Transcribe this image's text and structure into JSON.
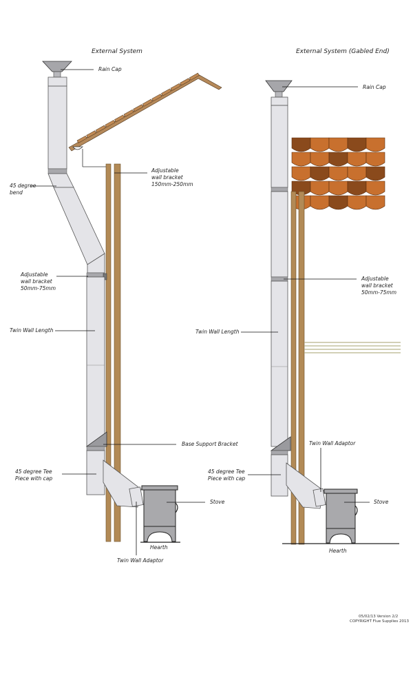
{
  "left": {
    "title": "External System",
    "labels": {
      "rain_cap": "Rain Cap",
      "bend_line1": "45 degree",
      "bend_line2": "bend",
      "wallbr_top_line1": "Adjustable",
      "wallbr_top_line2": "wall bracket",
      "wallbr_top_line3": "150mm-250mm",
      "wallbr_mid_line1": "Adjustable",
      "wallbr_mid_line2": "wall bracket",
      "wallbr_mid_line3": "50mm-75mm",
      "twin_wall": "Twin Wall Length",
      "base_support": "Base Support Bracket",
      "tee_line1": "45 degree Tee",
      "tee_line2": "Piece with cap",
      "stove": "Stove",
      "hearth": "Hearth",
      "twin_adaptor": "Twin Wall Adaptor"
    }
  },
  "right": {
    "title": "External System (Gabled End)",
    "labels": {
      "rain_cap": "Rain Cap",
      "wallbr_line1": "Adjustable",
      "wallbr_line2": "wall bracket",
      "wallbr_line3": "50mm-75mm",
      "twin_wall": "Twin Wall Length",
      "twin_adaptor": "Twin Wall Adaptor",
      "tee_line1": "45 degree Tee",
      "tee_line2": "Piece with cap",
      "stove": "Stove",
      "hearth": "Hearth"
    }
  },
  "footer": {
    "line1": "05/02/13 Version 2/2",
    "line2": "COPYRIGHT Flue Supplies 2013"
  },
  "colors": {
    "pipe": "#e4e4e8",
    "wood": "#b28a56",
    "tile": "#c8702e",
    "tile_dark": "#8a4a1c",
    "stove": "#a9a9ac"
  }
}
